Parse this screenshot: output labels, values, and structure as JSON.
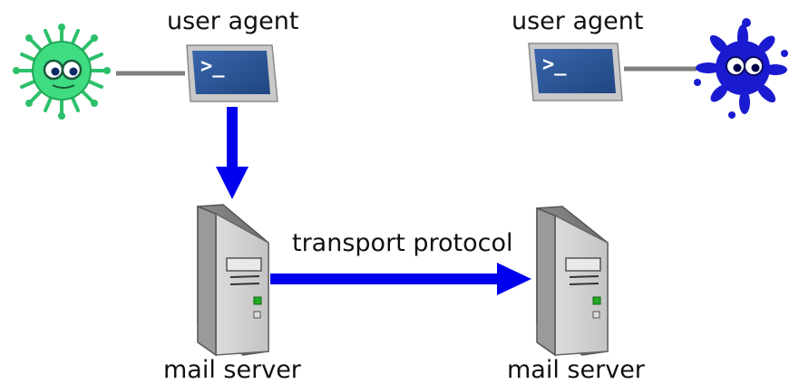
{
  "user_agents": [
    {
      "label": "user agent",
      "terminal_prompt": ">_",
      "user_icon": "green-spiky-virus-icon"
    },
    {
      "label": "user agent",
      "terminal_prompt": ">_",
      "user_icon": "blue-splat-virus-icon"
    }
  ],
  "mail_servers": [
    {
      "label": "mail server",
      "icon": "server-tower-icon"
    },
    {
      "label": "mail server",
      "icon": "server-tower-icon"
    }
  ],
  "transport": {
    "label": "transport protocol"
  },
  "colors": {
    "arrow": "#0000ee",
    "terminal_screen": "#2d5596",
    "terminal_frame": "#c9c9c9",
    "connector": "#7f7f7f",
    "green_user": "#3fdc82",
    "blue_user": "#1a1ad0"
  }
}
